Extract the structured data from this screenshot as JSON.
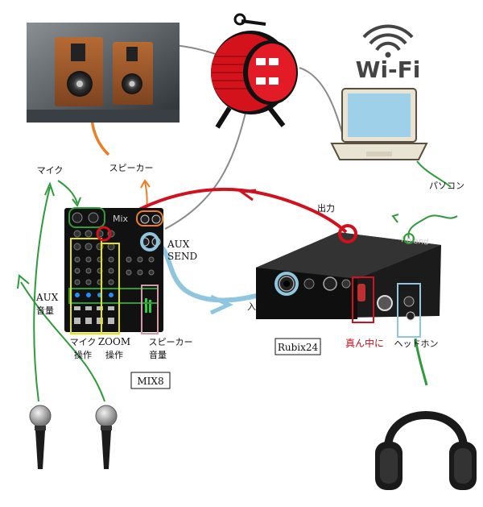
{
  "labels": {
    "mic": "マイク",
    "speaker": "スピーカー",
    "aux_send_1": "AUX",
    "aux_send_2": "SEND",
    "aux_level_1": "AUX",
    "aux_level_2": "音量",
    "mic_op_1": "マイク",
    "mic_op_2": "操作",
    "zoom_op_1": "ZOOM",
    "zoom_op_2": "操作",
    "speaker_level_1": "スピーカー",
    "speaker_level_2": "音量",
    "output": "出力",
    "input": "入力",
    "pc": "パソコン",
    "center": "真ん中に",
    "headphone": "ヘッドホン"
  },
  "devices": {
    "mixer_name": "MIX8",
    "mixer_brand": "Mix",
    "interface_name": "Rubix24",
    "interface_brand": "Roland",
    "wifi": "Wi-Fi"
  },
  "colors": {
    "red": "#d2111f",
    "blue": "#8fc6df",
    "green": "#2e9a3a",
    "orange": "#ef7d22",
    "yellow": "#e6e600",
    "pink": "#d49aa6",
    "gray": "#8a8a8a"
  }
}
